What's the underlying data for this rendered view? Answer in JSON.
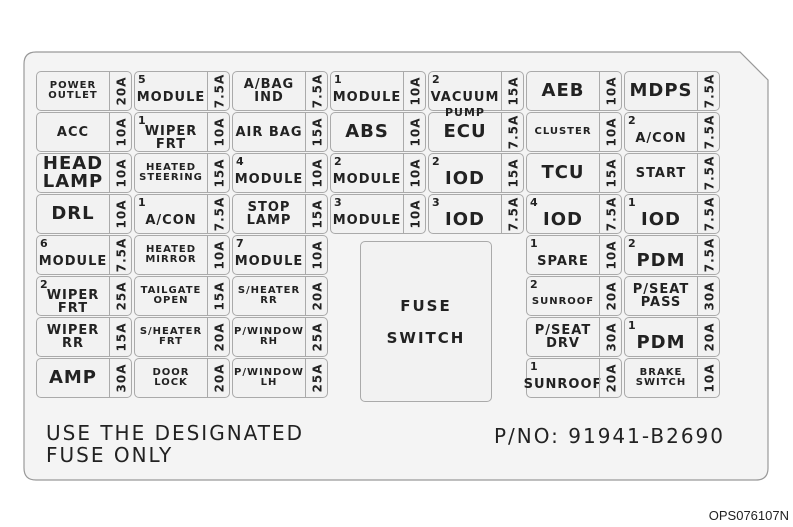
{
  "columns": [
    [
      {
        "label": [
          "POWER",
          "OUTLET"
        ],
        "amp": "20A"
      },
      {
        "label": [
          "ACC"
        ],
        "amp": "10A"
      },
      {
        "label": [
          "HEAD",
          "LAMP"
        ],
        "amp": "10A"
      },
      {
        "label": [
          "DRL"
        ],
        "amp": "10A"
      },
      {
        "num": "6",
        "label": [
          "MODULE"
        ],
        "amp": "7.5A"
      },
      {
        "num": "2",
        "label": [
          "WIPER",
          "FRT"
        ],
        "amp": "25A"
      },
      {
        "label": [
          "WIPER",
          "RR"
        ],
        "amp": "15A"
      },
      {
        "label": [
          "AMP"
        ],
        "amp": "30A"
      }
    ],
    [
      {
        "num": "5",
        "label": [
          "MODULE"
        ],
        "amp": "7.5A"
      },
      {
        "num": "1",
        "label": [
          "WIPER",
          "FRT"
        ],
        "amp": "10A"
      },
      {
        "label": [
          "HEATED",
          "STEERING"
        ],
        "amp": "15A"
      },
      {
        "num": "1",
        "label": [
          "A/CON"
        ],
        "amp": "7.5A"
      },
      {
        "label": [
          "HEATED",
          "MIRROR"
        ],
        "amp": "10A"
      },
      {
        "label": [
          "TAILGATE",
          "OPEN"
        ],
        "amp": "15A"
      },
      {
        "label": [
          "S/HEATER",
          "FRT"
        ],
        "amp": "20A"
      },
      {
        "label": [
          "DOOR",
          "LOCK"
        ],
        "amp": "20A"
      }
    ],
    [
      {
        "label": [
          "A/BAG",
          "IND"
        ],
        "amp": "7.5A"
      },
      {
        "label": [
          "AIR BAG"
        ],
        "amp": "15A"
      },
      {
        "num": "4",
        "label": [
          "MODULE"
        ],
        "amp": "10A"
      },
      {
        "label": [
          "STOP",
          "LAMP"
        ],
        "amp": "15A"
      },
      {
        "num": "7",
        "label": [
          "MODULE"
        ],
        "amp": "10A"
      },
      {
        "label": [
          "S/HEATER",
          "RR"
        ],
        "amp": "20A"
      },
      {
        "label": [
          "P/WINDOW",
          "RH"
        ],
        "amp": "25A"
      },
      {
        "label": [
          "P/WINDOW",
          "LH"
        ],
        "amp": "25A"
      }
    ],
    [
      {
        "num": "1",
        "label": [
          "MODULE"
        ],
        "amp": "10A"
      },
      {
        "label": [
          "ABS"
        ],
        "amp": "10A"
      },
      {
        "num": "2",
        "label": [
          "MODULE"
        ],
        "amp": "10A"
      },
      {
        "num": "3",
        "label": [
          "MODULE"
        ],
        "amp": "10A"
      }
    ],
    [
      {
        "num": "2",
        "label": [
          "VACUUM"
        ],
        "extra": "PUMP",
        "amp": "15A"
      },
      {
        "label": [
          "ECU"
        ],
        "amp": "7.5A"
      },
      {
        "num": "2",
        "label": [
          "IOD"
        ],
        "amp": "15A"
      },
      {
        "num": "3",
        "label": [
          "IOD"
        ],
        "amp": "7.5A"
      }
    ],
    [
      {
        "label": [
          "AEB"
        ],
        "amp": "10A"
      },
      {
        "label": [
          "CLUSTER"
        ],
        "amp": "10A"
      },
      {
        "label": [
          "TCU"
        ],
        "amp": "15A"
      },
      {
        "num": "4",
        "label": [
          "IOD"
        ],
        "amp": "7.5A"
      },
      {
        "num": "1",
        "label": [
          "SPARE"
        ],
        "amp": "10A"
      },
      {
        "num": "2",
        "label": [
          "SUNROOF"
        ],
        "amp": "20A"
      },
      {
        "label": [
          "P/SEAT",
          "DRV"
        ],
        "amp": "30A"
      },
      {
        "num": "1",
        "label": [
          "SUNROOF"
        ],
        "amp": "20A"
      }
    ],
    [
      {
        "label": [
          "MDPS"
        ],
        "amp": "7.5A"
      },
      {
        "num": "2",
        "label": [
          "A/CON"
        ],
        "amp": "7.5A"
      },
      {
        "label": [
          "START"
        ],
        "amp": "7.5A"
      },
      {
        "num": "1",
        "label": [
          "IOD"
        ],
        "amp": "7.5A"
      },
      {
        "num": "2",
        "label": [
          "PDM"
        ],
        "amp": "7.5A"
      },
      {
        "label": [
          "P/SEAT",
          "PASS"
        ],
        "amp": "30A"
      },
      {
        "num": "1",
        "label": [
          "PDM"
        ],
        "amp": "20A"
      },
      {
        "label": [
          "BRAKE",
          "SWITCH"
        ],
        "amp": "10A"
      }
    ]
  ],
  "fuse_switch": [
    "FUSE",
    "SWITCH"
  ],
  "note": [
    "USE THE DESIGNATED",
    "FUSE ONLY"
  ],
  "part_number": "P/NO: 91941-B2690",
  "figure_code": "OPS076107N"
}
